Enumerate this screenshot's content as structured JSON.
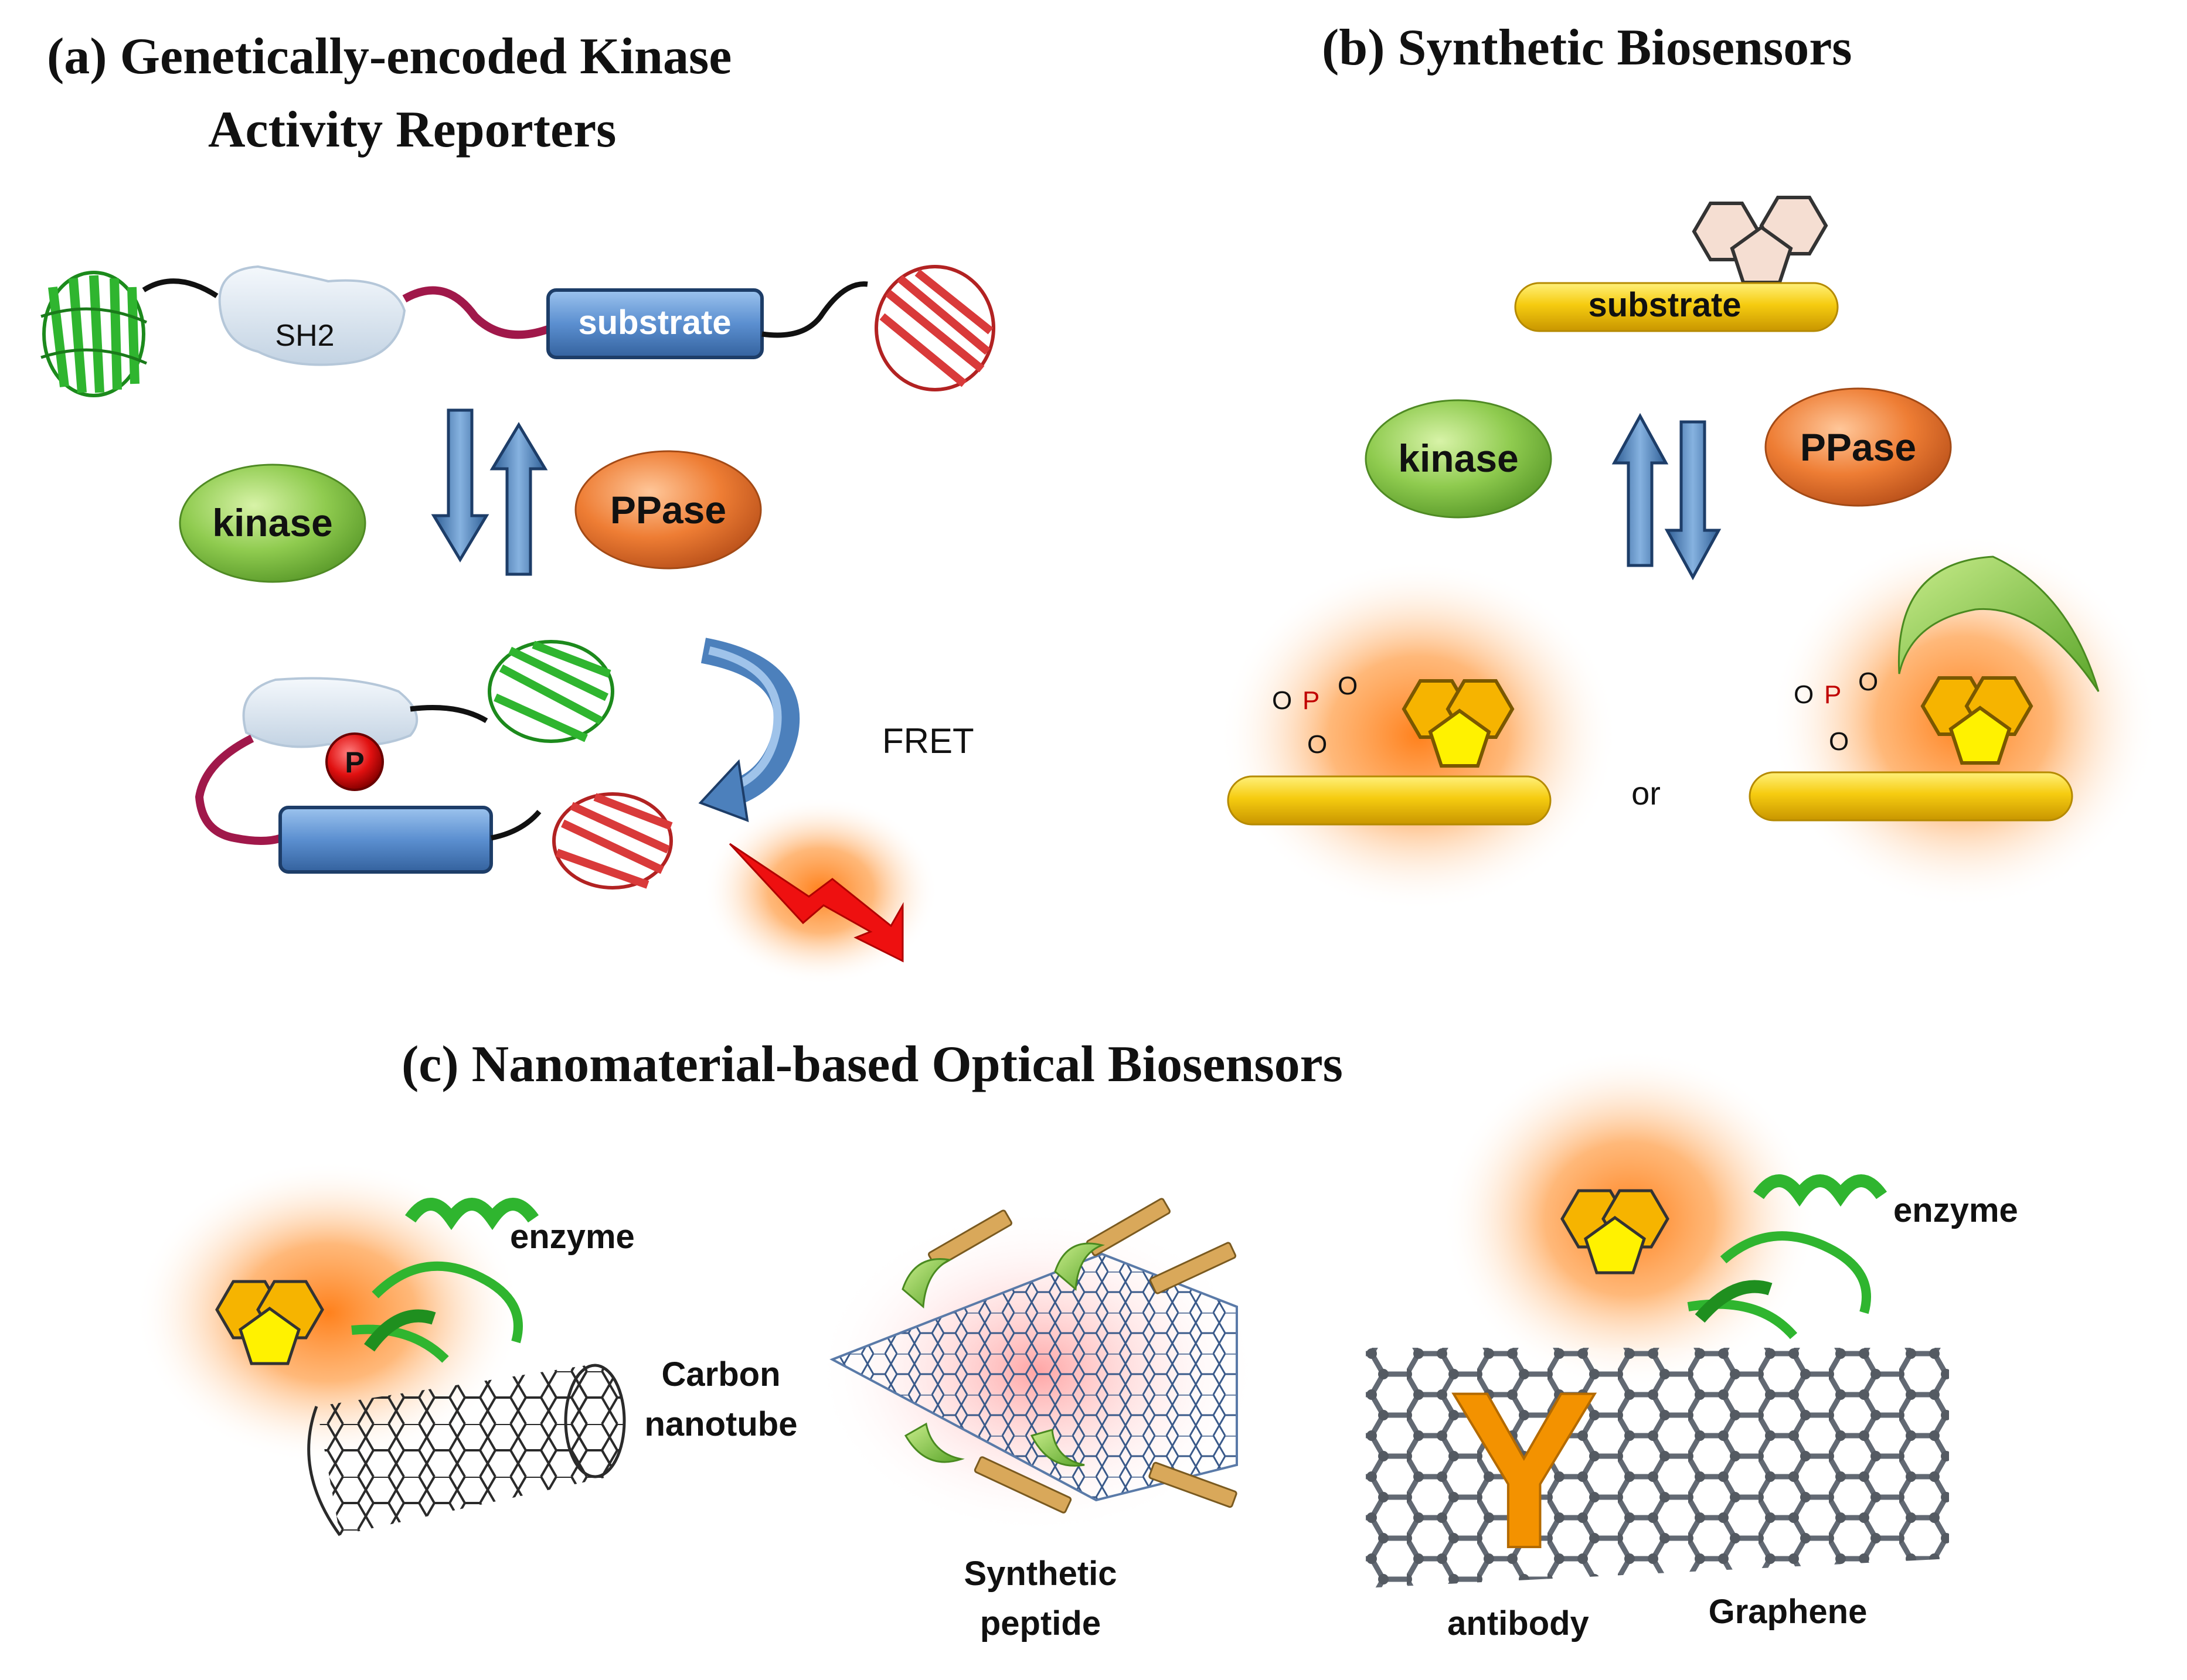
{
  "panel_a": {
    "title_line1": "(a) Genetically-encoded Kinase",
    "title_line2": "Activity Reporters",
    "sh2_label": "SH2",
    "substrate_label": "substrate",
    "kinase_label": "kinase",
    "ppase_label": "PPase",
    "phospho_label": "P",
    "fret_label": "FRET"
  },
  "panel_b": {
    "title": "(b) Synthetic Biosensors",
    "substrate_label": "substrate",
    "kinase_label": "kinase",
    "ppase_label": "PPase",
    "or_label": "or",
    "phosphate_o1": "O",
    "phosphate_o2": "O",
    "phosphate_o3": "O",
    "phosphate_p": "P"
  },
  "panel_c": {
    "title": "(c) Nanomaterial-based Optical Biosensors",
    "enzyme_label_left": "enzyme",
    "carbon_line1": "Carbon",
    "carbon_line2": "nanotube",
    "peptide_line1": "Synthetic",
    "peptide_line2": "peptide",
    "enzyme_label_right": "enzyme",
    "antibody_label": "antibody",
    "antibody_glyph": "Y",
    "graphene_label": "Graphene"
  },
  "colors": {
    "kinase_green": "#7cc242",
    "ppase_orange": "#e8772a",
    "substrate_blue": "#5b8fd0",
    "substrate_yellow": "#f2c500",
    "arrow_blue": "#5f93c8",
    "protein_green": "#2fb52f",
    "protein_red": "#d93a3a",
    "glow_orange": "#ff8a1f",
    "antibody_orange": "#f39200"
  }
}
